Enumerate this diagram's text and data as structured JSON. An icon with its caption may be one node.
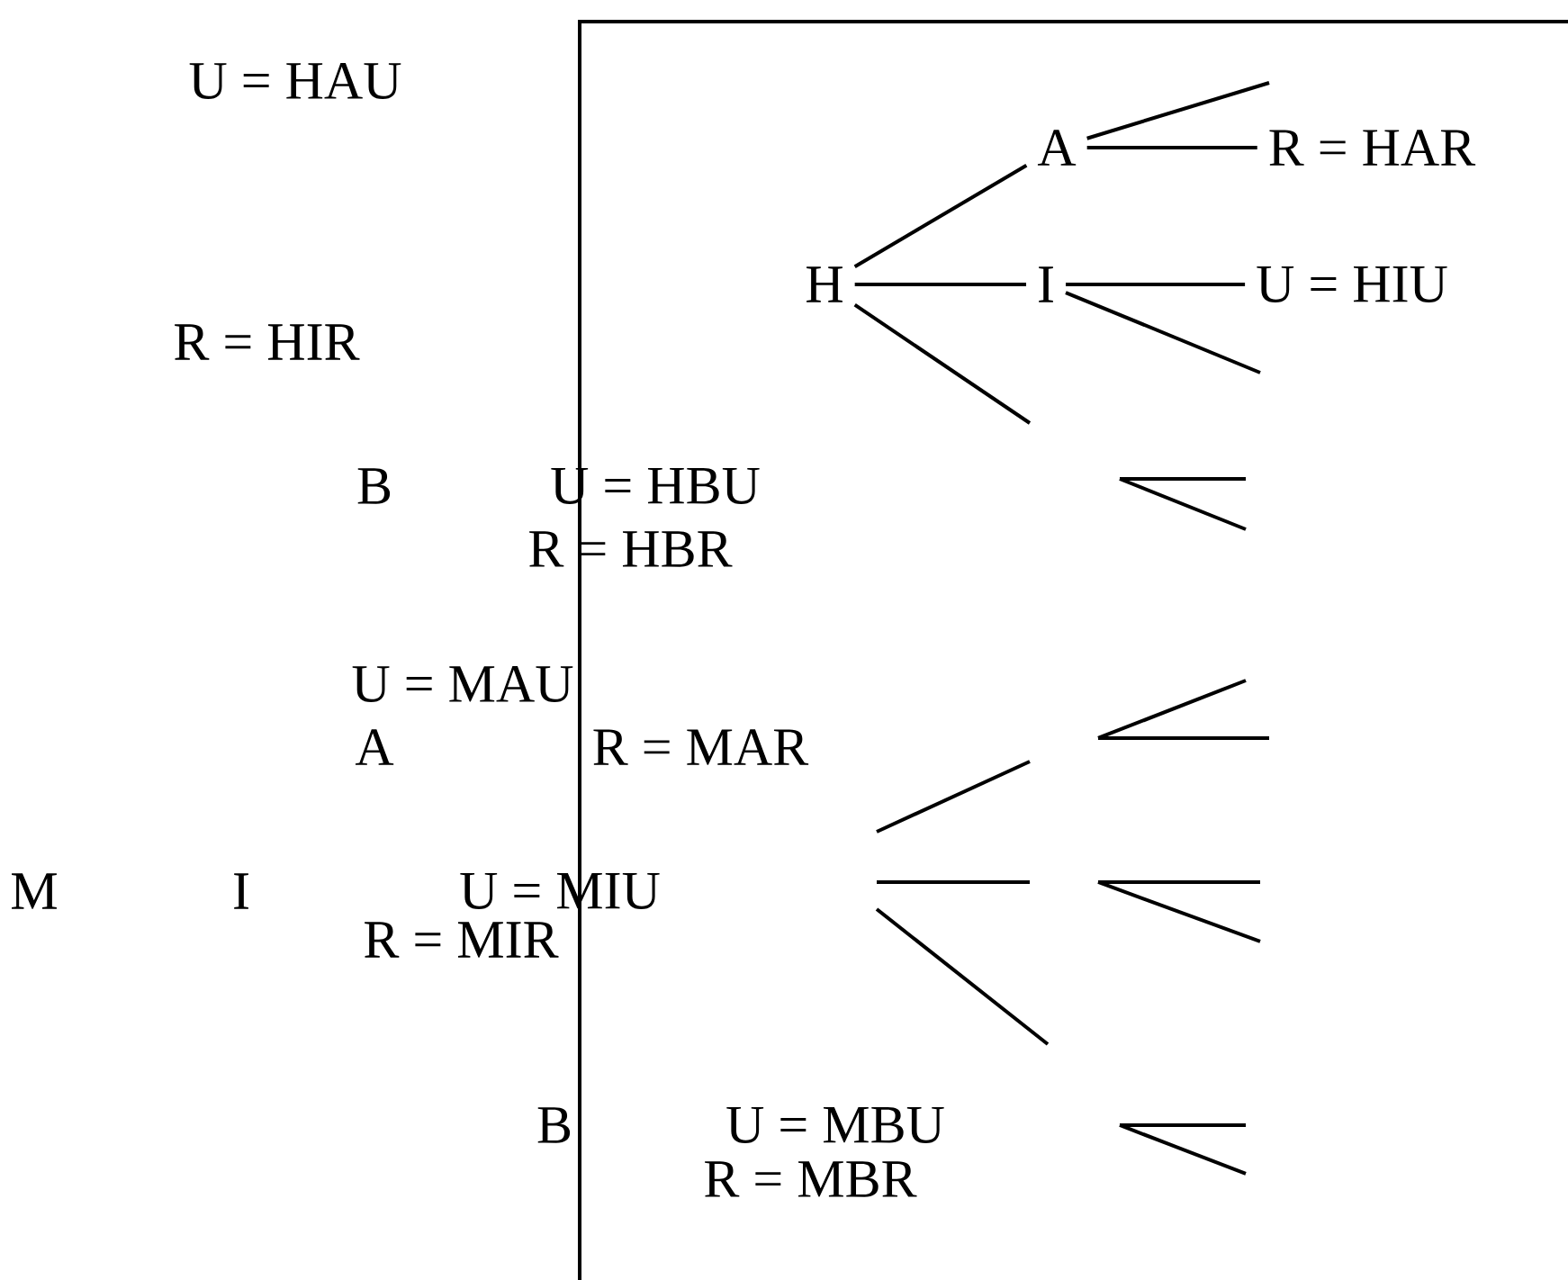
{
  "diagram": {
    "nodes": [
      {
        "text": [
          "U = HAU"
        ]
      },
      {
        "text": [
          "A"
        ]
      },
      {
        "text": [
          "R = HAR"
        ]
      },
      {
        "text": [
          "H"
        ]
      },
      {
        "text": [
          "I"
        ]
      },
      {
        "text": [
          "U = HIU"
        ]
      },
      {
        "text": [
          "R = HIR"
        ]
      },
      {
        "text": [
          "B"
        ]
      },
      {
        "text": [
          "U = HBU"
        ]
      },
      {
        "text": [
          "R = HBR"
        ]
      },
      {
        "text": [
          "U = MAU"
        ]
      },
      {
        "text": [
          "A"
        ]
      },
      {
        "text": [
          "R = MAR"
        ]
      },
      {
        "text": [
          "M"
        ]
      },
      {
        "text": [
          "I"
        ]
      },
      {
        "text": [
          "U = MIU"
        ]
      },
      {
        "text": [
          "R = MIR"
        ]
      },
      {
        "text": [
          "B"
        ]
      },
      {
        "text": [
          "U = MBU"
        ]
      },
      {
        "text": [
          "R = MBR"
        ]
      }
    ],
    "edges": [
      {
        "from": 3,
        "to": 1,
        "arrow": "none"
      },
      {
        "from": 3,
        "to": 4,
        "arrow": "none"
      },
      {
        "from": 1,
        "to": 2,
        "arrow": "none"
      },
      {
        "from": 4,
        "to": 5,
        "arrow": "none"
      },
      {
        "from": 1,
        "to": null,
        "arrow": "none"
      },
      {
        "from": 4,
        "to": null,
        "arrow": "none"
      },
      {
        "from": 3,
        "to": null,
        "arrow": "none"
      }
    ]
  }
}
